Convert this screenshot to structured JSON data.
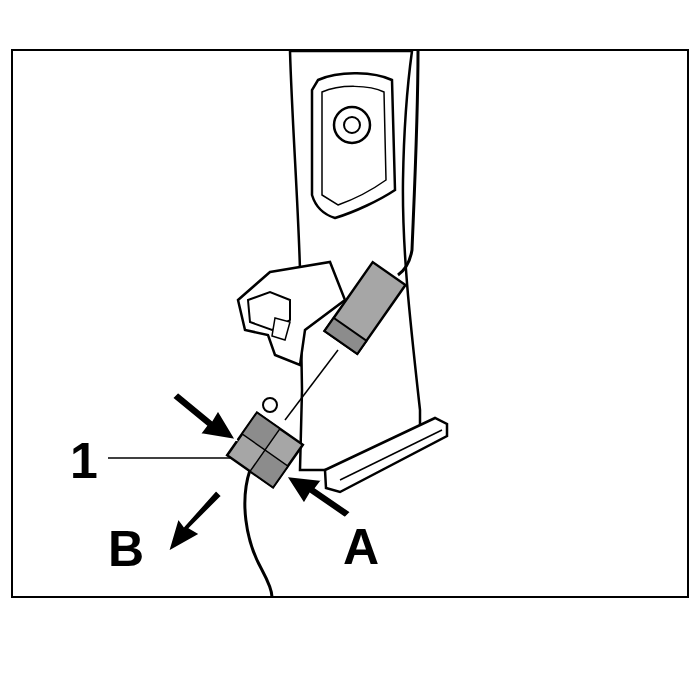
{
  "diagram": {
    "labels": [
      "1",
      "B",
      "A"
    ]
  }
}
